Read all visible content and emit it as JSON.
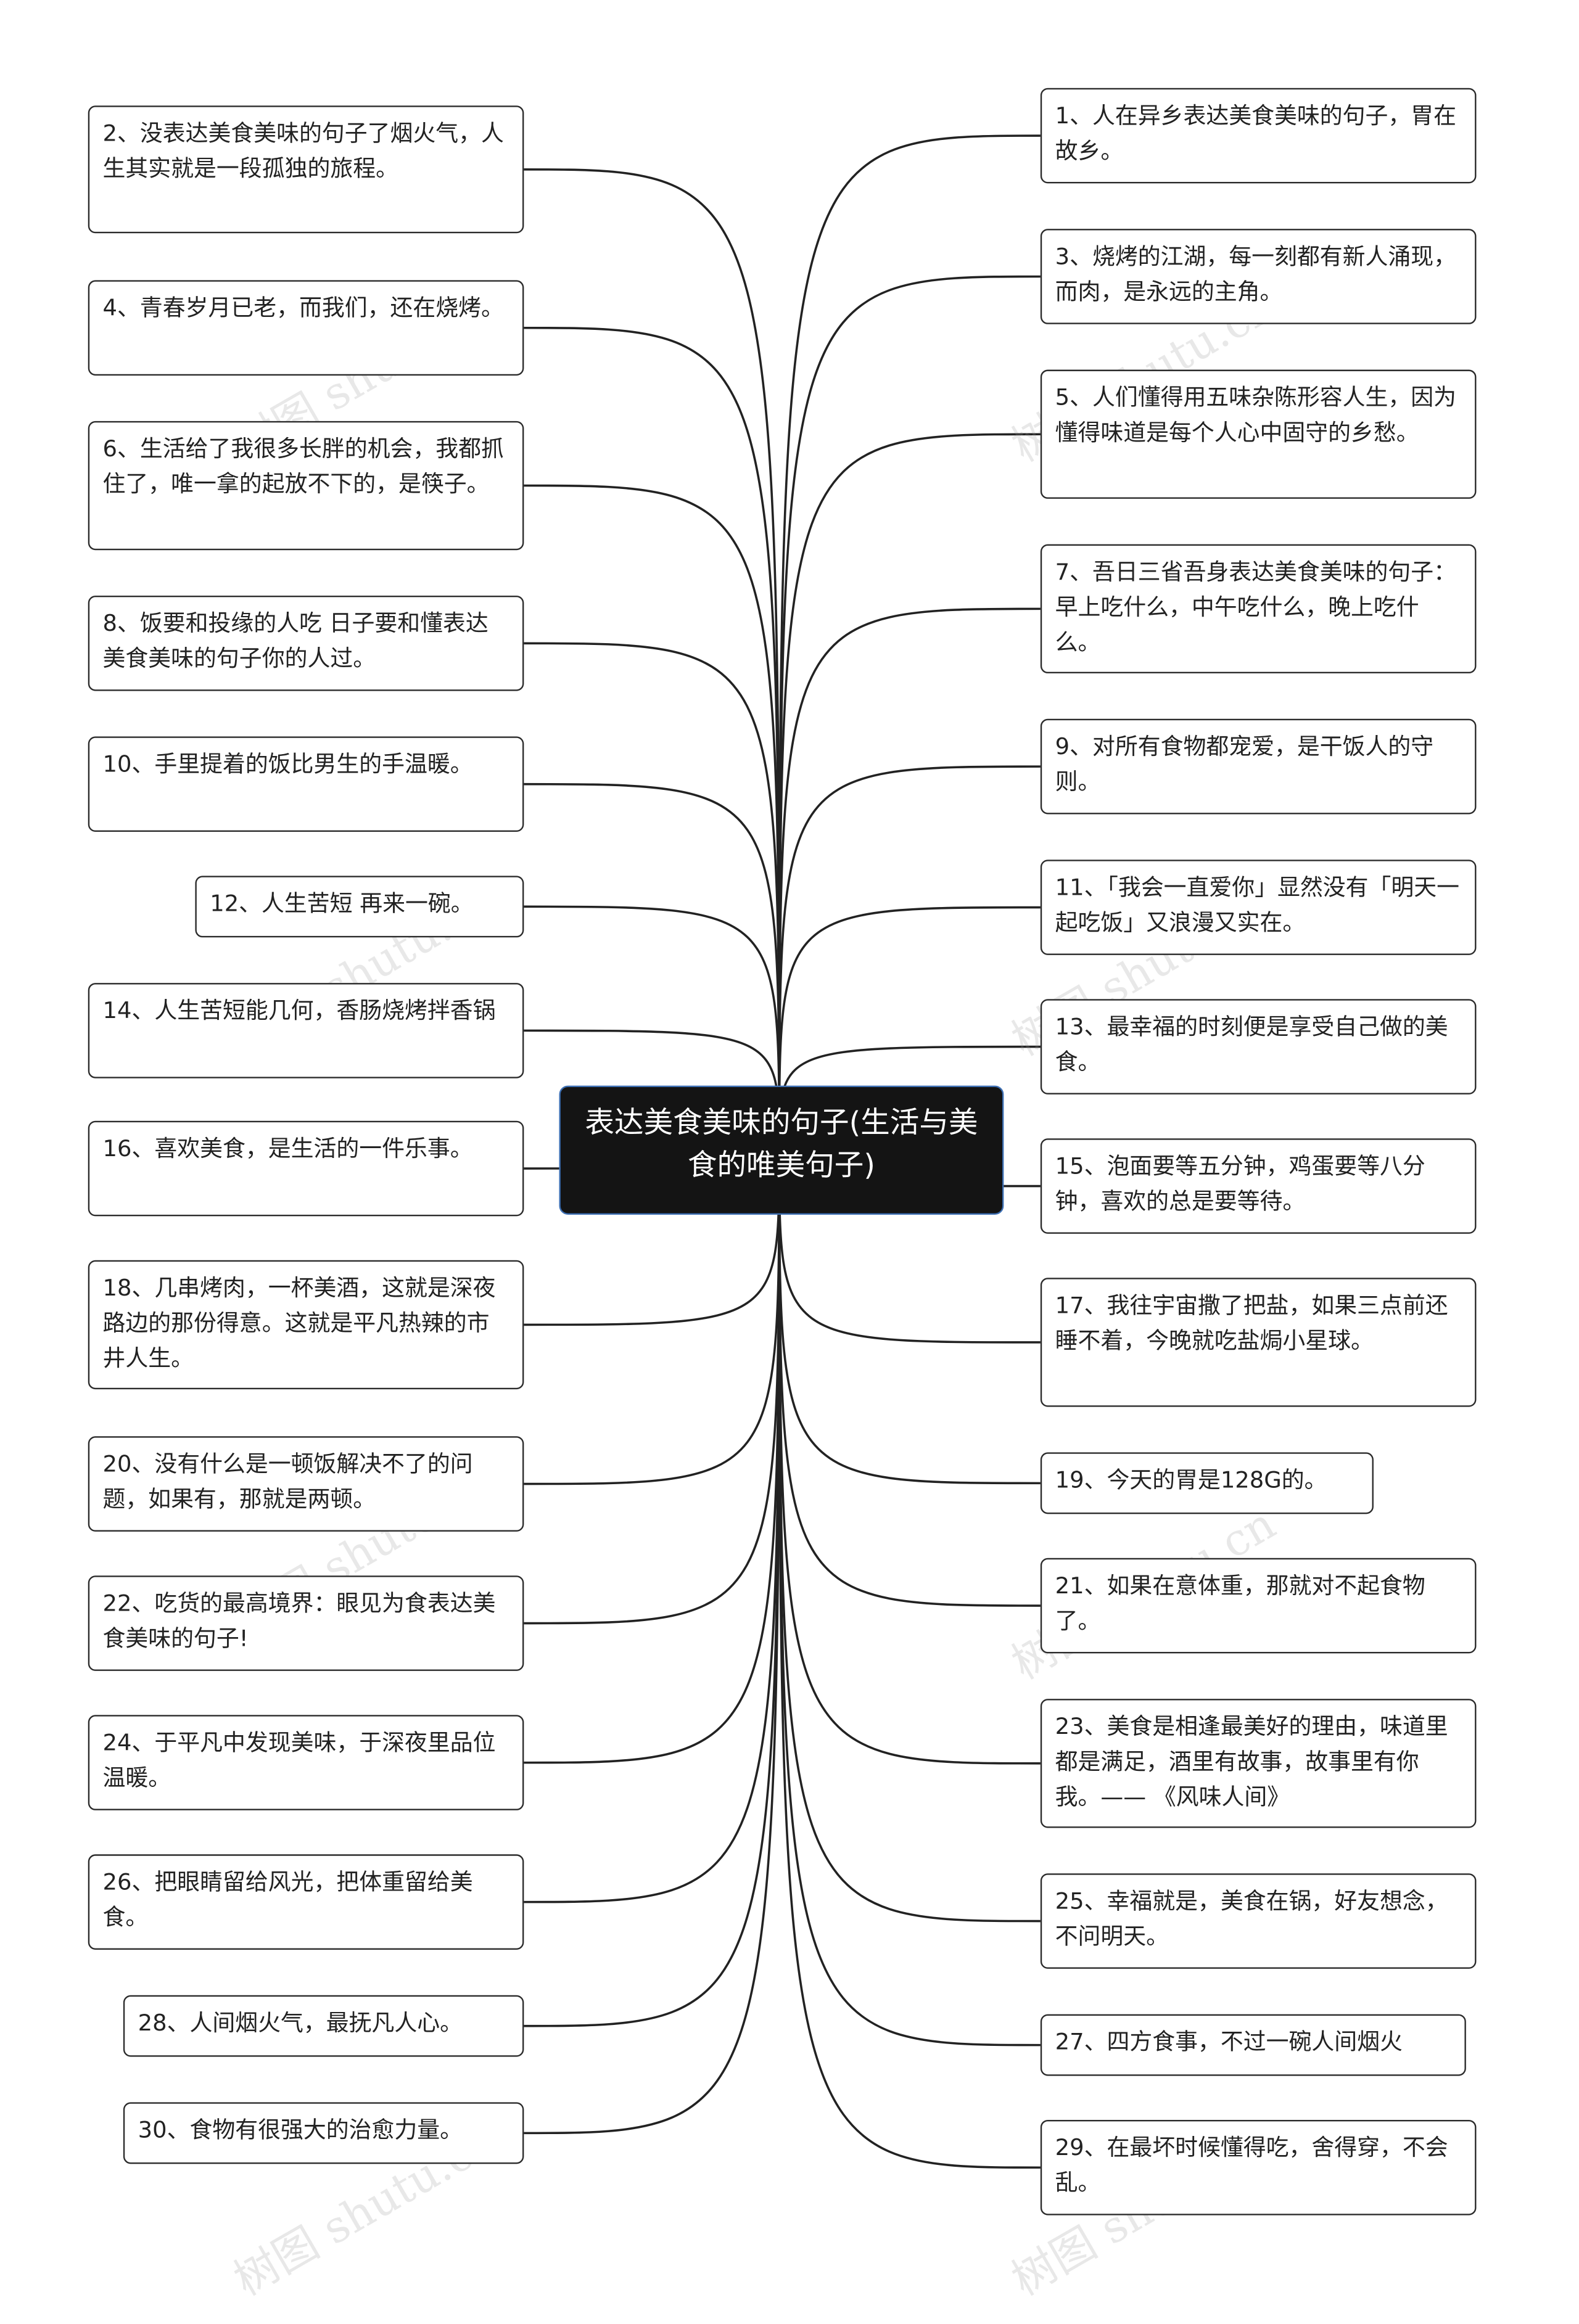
{
  "root": {
    "label": "表达美食美味的句子(生活与美食的唯美句子)"
  },
  "left_nodes": [
    {
      "text": "2、没表达美食美味的句子了烟火气，人生其实就是一段孤独的旅程。"
    },
    {
      "text": "4、青春岁月已老，而我们，还在烧烤。"
    },
    {
      "text": "6、生活给了我很多长胖的机会，我都抓住了，唯一拿的起放不下的，是筷子。"
    },
    {
      "text": "8、饭要和投缘的人吃 日子要和懂表达美食美味的句子你的人过。"
    },
    {
      "text": "10、手里提着的饭比男生的手温暖。"
    },
    {
      "text": "12、人生苦短 再来一碗。"
    },
    {
      "text": "14、人生苦短能几何，香肠烧烤拌香锅"
    },
    {
      "text": "16、喜欢美食，是生活的一件乐事。"
    },
    {
      "text": "18、几串烤肉，一杯美酒，这就是深夜路边的那份得意。这就是平凡热辣的市井人生。"
    },
    {
      "text": "20、没有什么是一顿饭解决不了的问题，如果有，那就是两顿。"
    },
    {
      "text": "22、吃货的最高境界：眼见为食表达美食美味的句子!"
    },
    {
      "text": "24、于平凡中发现美味，于深夜里品位温暖。"
    },
    {
      "text": "26、把眼睛留给风光，把体重留给美食。"
    },
    {
      "text": "28、人间烟火气，最抚凡人心。"
    },
    {
      "text": "30、食物有很强大的治愈力量。"
    }
  ],
  "right_nodes": [
    {
      "text": "1、人在异乡表达美食美味的句子，胃在故乡。"
    },
    {
      "text": "3、烧烤的江湖，每一刻都有新人涌现，而肉，是永远的主角。"
    },
    {
      "text": "5、人们懂得用五味杂陈形容人生，因为懂得味道是每个人心中固守的乡愁。"
    },
    {
      "text": "7、吾日三省吾身表达美食美味的句子：早上吃什么，中午吃什么，晚上吃什么。"
    },
    {
      "text": "9、对所有食物都宠爱，是干饭人的守则。"
    },
    {
      "text": "11、「我会一直爱你」显然没有「明天一起吃饭」又浪漫又实在。"
    },
    {
      "text": "13、最幸福的时刻便是享受自己做的美食。"
    },
    {
      "text": "15、泡面要等五分钟，鸡蛋要等八分钟，喜欢的总是要等待。"
    },
    {
      "text": "17、我往宇宙撒了把盐，如果三点前还睡不着，今晚就吃盐焗小星球。"
    },
    {
      "text": "19、今天的胃是128G的。"
    },
    {
      "text": "21、如果在意体重，那就对不起食物了。"
    },
    {
      "text": "23、美食是相逢最美好的理由，味道里都是满足，酒里有故事，故事里有你我。—— 《风味人间》"
    },
    {
      "text": "25、幸福就是，美食在锅，好友想念，不问明天。"
    },
    {
      "text": "27、四方食事，不过一碗人间烟火"
    },
    {
      "text": "29、在最坏时候懂得吃，舍得穿，不会乱。"
    }
  ],
  "watermark": "树图 shutu.cn",
  "colors": {
    "line": "#222222",
    "node_border": "#2b2b2b",
    "root_bg": "#141414",
    "root_border": "#3d6fb3",
    "root_text": "#ffffff"
  }
}
